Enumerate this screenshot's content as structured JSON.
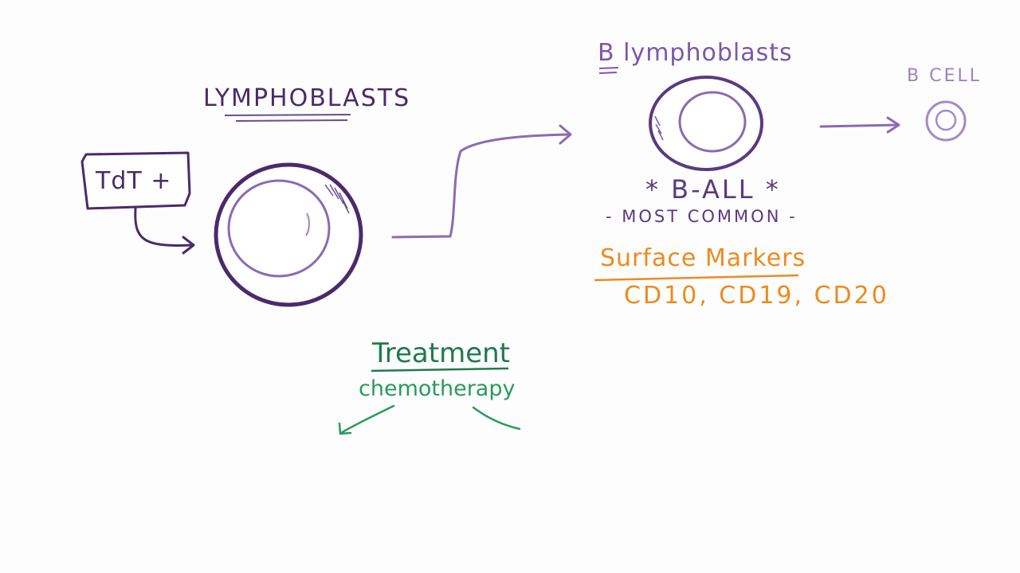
{
  "labels": {
    "lymphoblasts": "LYMPHOBLASTS",
    "tdt": "TdT +",
    "b_lymphoblasts": "B lymphoblasts",
    "b_cell": "B CELL",
    "b_all": "* B-ALL *",
    "most_common": "- MOST COMMON -",
    "surface_markers": "Surface Markers",
    "cd_markers": "CD10, CD19, CD20",
    "treatment": "Treatment",
    "chemotherapy": "chemotherapy"
  },
  "colors": {
    "dark_purple": "#4b2a6b",
    "mid_purple": "#7b58a8",
    "light_purple": "#9d82c4",
    "orange": "#ee8a1e",
    "green": "#2a9a5e"
  }
}
